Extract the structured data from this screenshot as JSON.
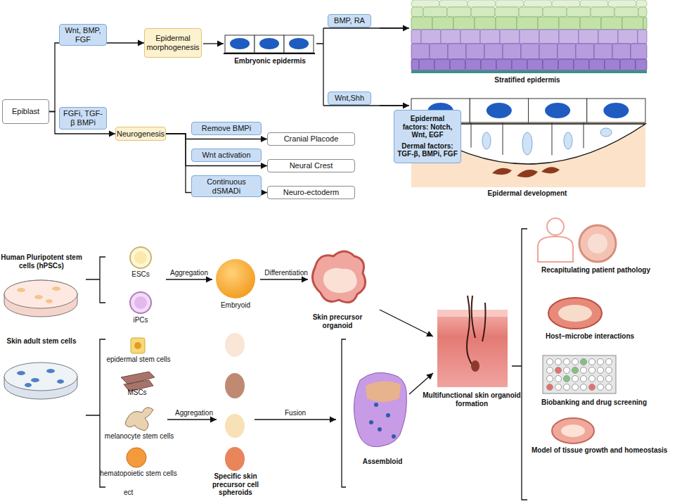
{
  "diagram": {
    "nodes": [
      {
        "text": [
          "Epiblast"
        ]
      },
      {
        "text": [
          "Wnt, BMP, FGF"
        ]
      },
      {
        "text": [
          "Epidermal morphogenesis"
        ]
      },
      {
        "text": [
          "FGFi, TGF-β BMPi"
        ]
      },
      {
        "text": [
          "Neurogenesis"
        ]
      },
      {
        "text": [
          "Remove BMPi"
        ]
      },
      {
        "text": [
          "Cranial Placode"
        ]
      },
      {
        "text": [
          "Wnt activation"
        ]
      },
      {
        "text": [
          "Neural Crest"
        ]
      },
      {
        "text": [
          "Continuous dSMADi"
        ]
      },
      {
        "text": [
          "Neuro-ectoderm"
        ]
      },
      {
        "text": [
          "BMP, RA"
        ]
      },
      {
        "text": [
          "Wnt,Shh"
        ]
      },
      {
        "text": [
          "Epidermal factors: Notch, Wnt, EGF",
          "Dermal factors: TGF-β, BMPi, FGF"
        ]
      }
    ],
    "edges": [
      {
        "from": 0,
        "to": 2,
        "arrow": "to"
      },
      {
        "from": 0,
        "to": 4,
        "arrow": "to"
      },
      {
        "from": 4,
        "to": 6,
        "arrow": "to"
      },
      {
        "from": 4,
        "to": 8,
        "arrow": "to"
      },
      {
        "from": 4,
        "to": 10,
        "arrow": "to"
      }
    ],
    "labels": [
      "Embryonic epidermis",
      "Stratified epidermis",
      "Epidermal development",
      "Human Pluripotent stem cells (hPSCs)",
      "ESCs",
      "iPCs",
      "Aggregation",
      "Embryoid",
      "Differentiation",
      "Skin precursor organoid",
      "Skin adult stem cells",
      "epidermal stem cells",
      "MSCs",
      "melanocyte stem cells",
      "hematopoietic stem cells",
      "ect",
      "Aggregation",
      "Fusion",
      "Specific skin precursor cell spheroids",
      "Assembloid",
      "Multifunctional skin organoid formation",
      "Recapitulating patient pathology",
      "Host–microbe interactions",
      "Biobanking and drug screening",
      "Model of tissue growth and homeostasis"
    ]
  }
}
